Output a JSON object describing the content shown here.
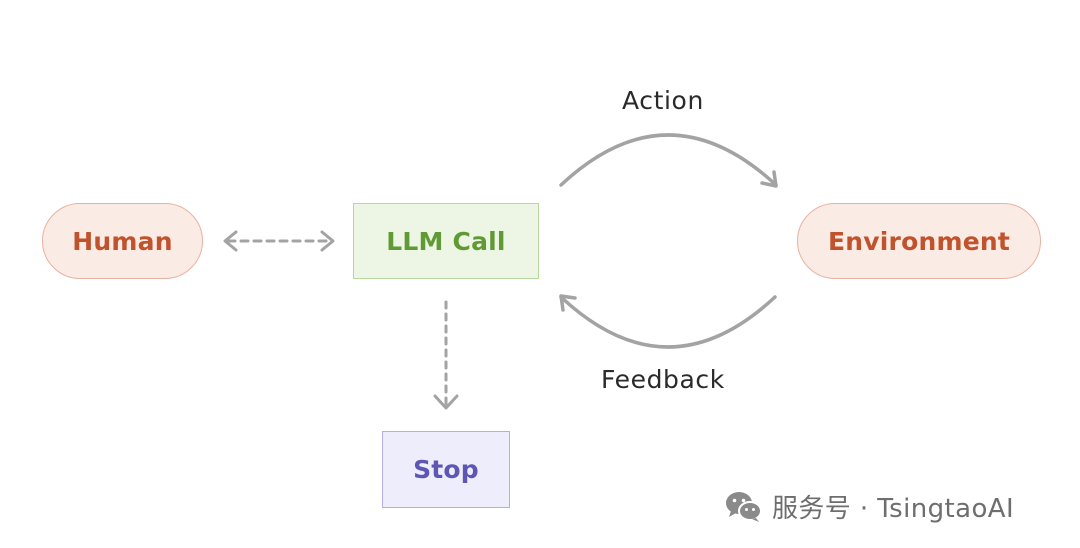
{
  "nodes": {
    "human": "Human",
    "llm_call": "LLM Call",
    "environment": "Environment",
    "stop": "Stop"
  },
  "edges": {
    "action": "Action",
    "feedback": "Feedback"
  },
  "watermark": {
    "icon": "wechat-icon",
    "text": "服务号 · TsingtaoAI"
  },
  "colors": {
    "human_env_fill": "#fbebe5",
    "human_env_border": "#e8b2a0",
    "human_env_text": "#c0522c",
    "llm_fill": "#edf5e4",
    "llm_border": "#b7d89a",
    "llm_text": "#5f9a35",
    "stop_fill": "#eeedfb",
    "stop_border": "#b3aee6",
    "stop_text": "#5d56b4",
    "arrow": "#a3a3a3"
  }
}
